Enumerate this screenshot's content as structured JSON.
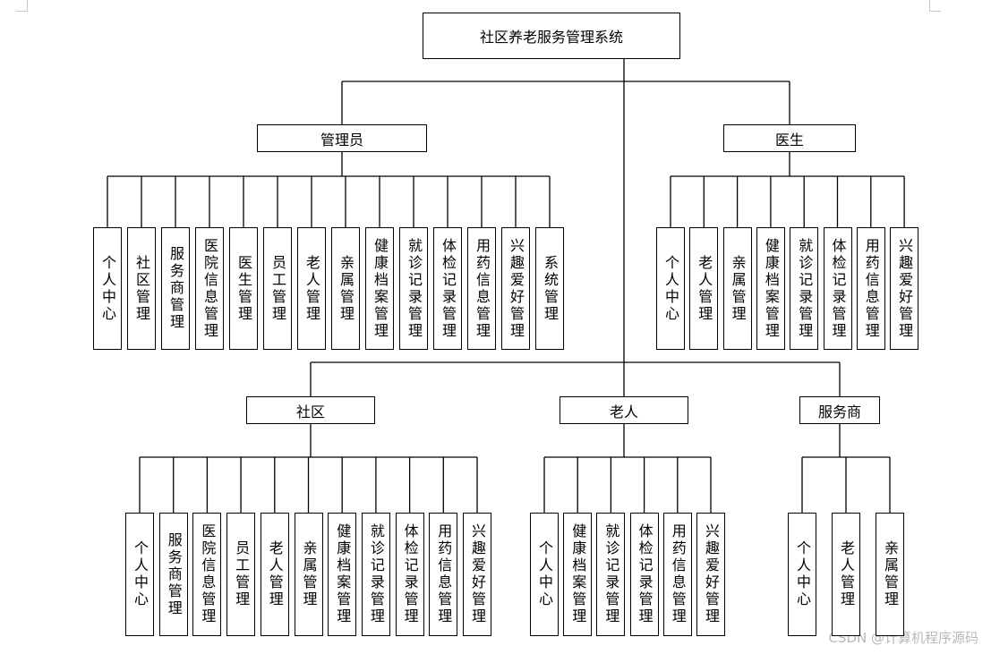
{
  "root": "社区养老服务管理系统",
  "groups": [
    {
      "id": "admin",
      "title": "管理员",
      "items": [
        "个人中心",
        "社区管理",
        "服务商管理",
        "医院信息管理",
        "医生管理",
        "员工管理",
        "老人管理",
        "亲属管理",
        "健康档案管理",
        "就诊记录管理",
        "体检记录管理",
        "用药信息管理",
        "兴趣爱好管理",
        "系统管理"
      ]
    },
    {
      "id": "doctor",
      "title": "医生",
      "items": [
        "个人中心",
        "老人管理",
        "亲属管理",
        "健康档案管理",
        "就诊记录管理",
        "体检记录管理",
        "用药信息管理",
        "兴趣爱好管理"
      ]
    },
    {
      "id": "community",
      "title": "社区",
      "items": [
        "个人中心",
        "服务商管理",
        "医院信息管理",
        "员工管理",
        "老人管理",
        "亲属管理",
        "健康档案管理",
        "就诊记录管理",
        "体检记录管理",
        "用药信息管理",
        "兴趣爱好管理"
      ]
    },
    {
      "id": "elder",
      "title": "老人",
      "items": [
        "个人中心",
        "健康档案管理",
        "就诊记录管理",
        "体检记录管理",
        "用药信息管理",
        "兴趣爱好管理"
      ]
    },
    {
      "id": "provider",
      "title": "服务商",
      "items": [
        "个人中心",
        "老人管理",
        "亲属管理"
      ]
    }
  ],
  "watermark": "CSDN @计算机程序源码"
}
